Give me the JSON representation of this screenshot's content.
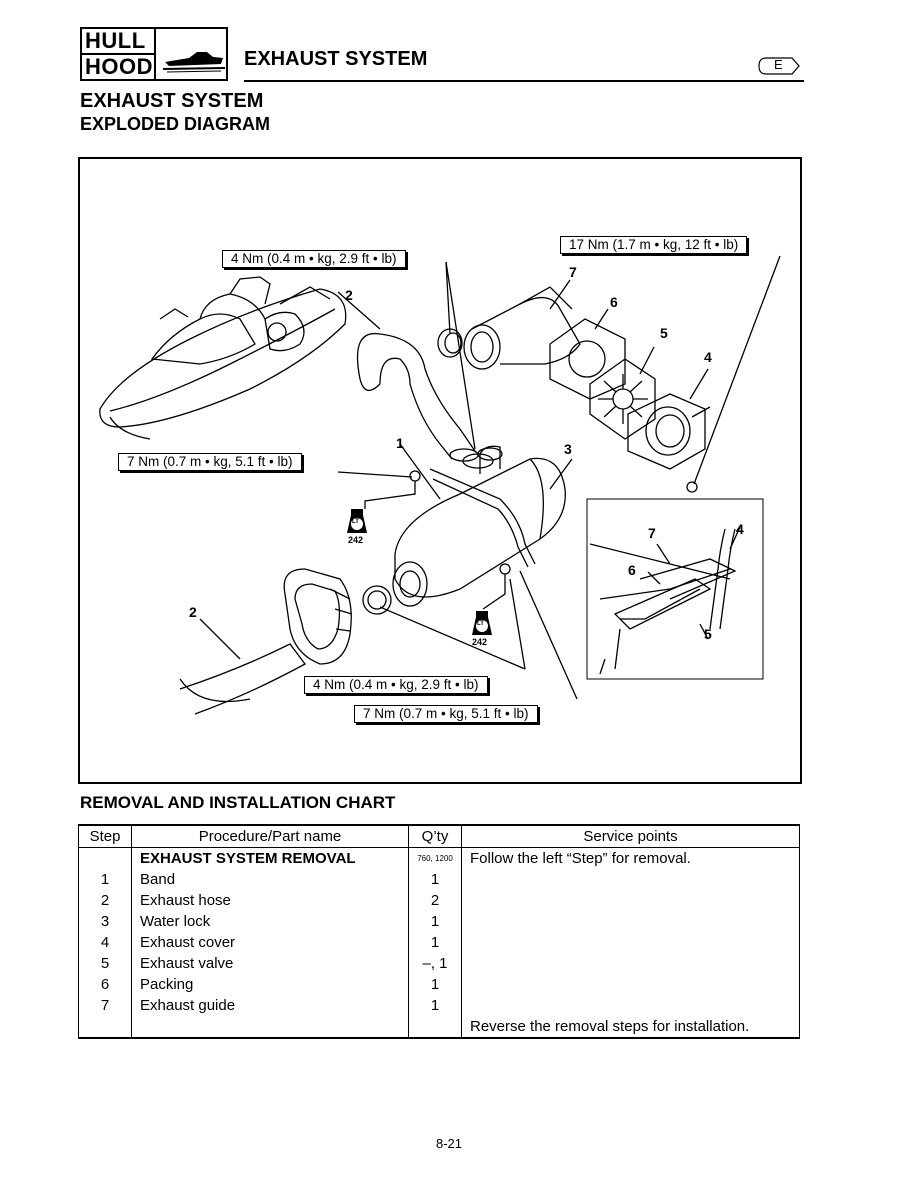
{
  "header": {
    "badge_top": "HULL",
    "badge_bottom": "HOOD",
    "badge_icon": "watercraft-icon",
    "title": "EXHAUST SYSTEM",
    "lang": "E"
  },
  "section": {
    "title": "EXHAUST SYSTEM",
    "subtitle": "EXPLODED DIAGRAM"
  },
  "diagram": {
    "torque_labels": [
      "4 Nm (0.4 m • kg, 2.9 ft • lb)",
      "17 Nm (1.7 m • kg, 12 ft • lb)",
      "7 Nm (0.7 m • kg, 5.1 ft • lb)",
      "4 Nm (0.4 m • kg, 2.9 ft • lb)",
      "7 Nm (0.7 m • kg, 5.1 ft • lb)"
    ],
    "callouts": [
      "1",
      "2",
      "2",
      "3",
      "4",
      "5",
      "6",
      "7"
    ],
    "inset_callouts": [
      "7",
      "4",
      "6",
      "5"
    ],
    "loctite_symbol": "LT",
    "loctite_numbers": [
      "242",
      "242"
    ]
  },
  "chart": {
    "title": "REMOVAL AND INSTALLATION CHART",
    "columns": [
      "Step",
      "Procedure/Part name",
      "Q’ty",
      "Service points"
    ],
    "rows": [
      {
        "step": "",
        "name": "EXHAUST SYSTEM REMOVAL",
        "qty": "760, 1200",
        "service": "Follow the left “Step” for removal."
      },
      {
        "step": "1",
        "name": "Band",
        "qty": "1",
        "service": ""
      },
      {
        "step": "2",
        "name": "Exhaust hose",
        "qty": "2",
        "service": ""
      },
      {
        "step": "3",
        "name": "Water lock",
        "qty": "1",
        "service": ""
      },
      {
        "step": "4",
        "name": "Exhaust cover",
        "qty": "1",
        "service": ""
      },
      {
        "step": "5",
        "name": "Exhaust valve",
        "qty": "–, 1",
        "service": ""
      },
      {
        "step": "6",
        "name": "Packing",
        "qty": "1",
        "service": ""
      },
      {
        "step": "7",
        "name": "Exhaust guide",
        "qty": "1",
        "service": ""
      },
      {
        "step": "",
        "name": "",
        "qty": "",
        "service": "Reverse the removal steps for installation."
      }
    ]
  },
  "footer": {
    "page_number": "8-21"
  }
}
